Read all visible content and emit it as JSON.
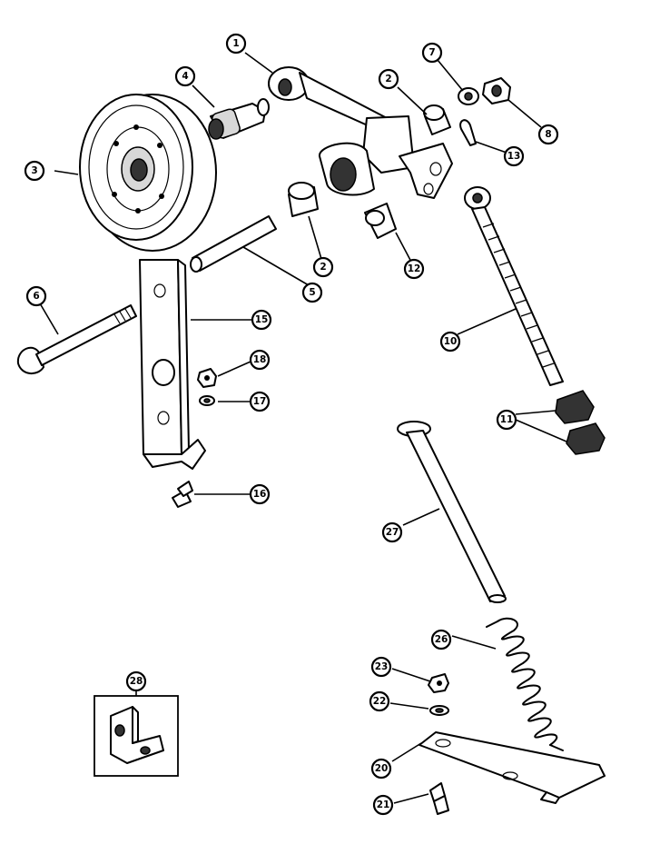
{
  "callouts": [
    {
      "id": "c1",
      "label": "1"
    },
    {
      "id": "c2a",
      "label": "2"
    },
    {
      "id": "c2b",
      "label": "2"
    },
    {
      "id": "c3",
      "label": "3"
    },
    {
      "id": "c4",
      "label": "4"
    },
    {
      "id": "c5",
      "label": "5"
    },
    {
      "id": "c6",
      "label": "6"
    },
    {
      "id": "c7",
      "label": "7"
    },
    {
      "id": "c8",
      "label": "8"
    },
    {
      "id": "c10",
      "label": "10"
    },
    {
      "id": "c11",
      "label": "11"
    },
    {
      "id": "c12",
      "label": "12"
    },
    {
      "id": "c13",
      "label": "13"
    },
    {
      "id": "c15",
      "label": "15"
    },
    {
      "id": "c16",
      "label": "16"
    },
    {
      "id": "c17",
      "label": "17"
    },
    {
      "id": "c18",
      "label": "18"
    },
    {
      "id": "c20",
      "label": "20"
    },
    {
      "id": "c21",
      "label": "21"
    },
    {
      "id": "c22",
      "label": "22"
    },
    {
      "id": "c23",
      "label": "23"
    },
    {
      "id": "c26",
      "label": "26"
    },
    {
      "id": "c27",
      "label": "27"
    },
    {
      "id": "c28",
      "label": "28"
    }
  ]
}
